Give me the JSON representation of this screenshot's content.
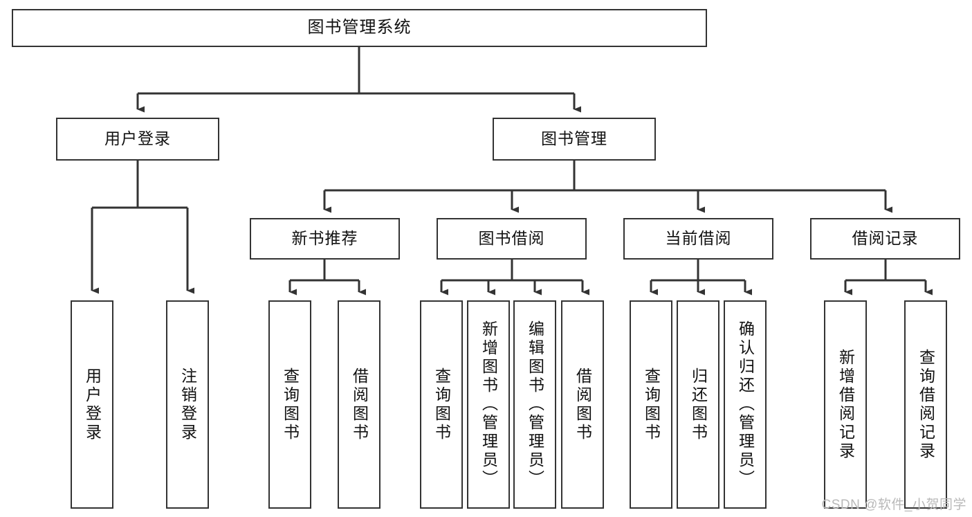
{
  "diagram": {
    "title": "图书管理系统",
    "type": "hierarchy-tree",
    "orientation": "top-down",
    "levels": 4,
    "root": {
      "label": "图书管理系统"
    },
    "level2": [
      {
        "label": "用户登录"
      },
      {
        "label": "图书管理"
      }
    ],
    "level3": [
      {
        "label": "新书推荐",
        "parent": "图书管理"
      },
      {
        "label": "图书借阅",
        "parent": "图书管理"
      },
      {
        "label": "当前借阅",
        "parent": "图书管理"
      },
      {
        "label": "借阅记录",
        "parent": "图书管理"
      }
    ],
    "leaves": {
      "user_login": [
        {
          "label": "用户登录"
        },
        {
          "label": "注销登录"
        }
      ],
      "new_book_recommend": [
        {
          "label": "查询图书"
        },
        {
          "label": "借阅图书"
        }
      ],
      "book_borrow": [
        {
          "label": "查询图书"
        },
        {
          "label": "新增图书（管理员）"
        },
        {
          "label": "编辑图书（管理员）"
        },
        {
          "label": "借阅图书"
        }
      ],
      "current_borrow": [
        {
          "label": "查询图书"
        },
        {
          "label": "归还图书"
        },
        {
          "label": "确认归还（管理员）"
        }
      ],
      "borrow_record": [
        {
          "label": "新增借阅记录"
        },
        {
          "label": "查询借阅记录"
        }
      ]
    },
    "watermark": "CSDN @软件_小贺同学",
    "colors": {
      "box_border": "#333333",
      "box_fill": "#ffffff",
      "connector": "#333333",
      "text": "#111111",
      "watermark": "#b9b9b9"
    }
  }
}
